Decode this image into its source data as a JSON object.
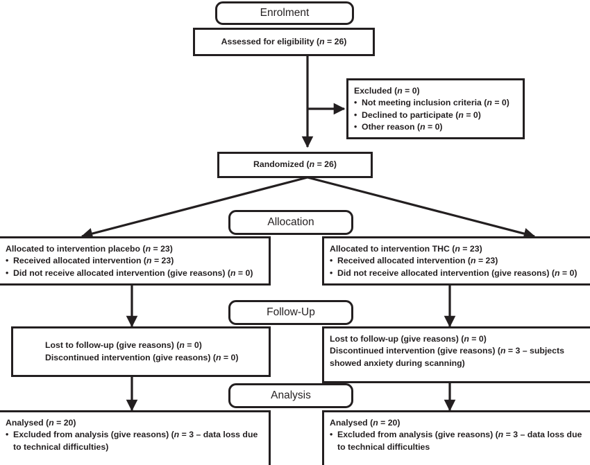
{
  "diagram": {
    "type": "consort-flow-diagram",
    "colors": {
      "stroke": "#231f20",
      "background": "#ffffff",
      "text": "#231f20"
    },
    "stages": [
      {
        "id": "enrolment",
        "label": "Enrolment"
      },
      {
        "id": "allocation",
        "label": "Allocation"
      },
      {
        "id": "follow-up",
        "label": "Follow-Up"
      },
      {
        "id": "analysis",
        "label": "Analysis"
      }
    ],
    "nodes": {
      "assessed": {
        "title_pre": "Assessed for eligibility (",
        "n_symbol": "n",
        "title_post": " = 26)",
        "value": 26
      },
      "excluded": {
        "heading_pre": "Excluded (",
        "n_symbol": "n",
        "heading_post": " = 0)",
        "value": 0,
        "items": [
          {
            "pre": "Not meeting inclusion criteria (",
            "n_symbol": "n",
            "post": " = 0)",
            "value": 0
          },
          {
            "pre": "Declined to participate (",
            "n_symbol": "n",
            "post": " = 0)",
            "value": 0
          },
          {
            "pre": "Other reason (",
            "n_symbol": "n",
            "post": " = 0)",
            "value": 0
          }
        ]
      },
      "randomized": {
        "title_pre": "Randomized (",
        "n_symbol": "n",
        "title_post": " = 26)",
        "value": 26
      },
      "allocated_placebo": {
        "heading_pre": "Allocated to intervention placebo (",
        "n_symbol": "n",
        "heading_post": " = 23)",
        "value": 23,
        "items": [
          {
            "pre": "Received allocated intervention (",
            "n_symbol": "n",
            "post": " = 23)",
            "value": 23
          },
          {
            "pre": "Did not receive allocated intervention (give reasons) (",
            "n_symbol": "n",
            "post": " = 0)",
            "value": 0
          }
        ]
      },
      "allocated_thc": {
        "heading_pre": "Allocated to intervention THC (",
        "n_symbol": "n",
        "heading_post": " = 23)",
        "value": 23,
        "items": [
          {
            "pre": "Received allocated intervention (",
            "n_symbol": "n",
            "post": " = 23)",
            "value": 23
          },
          {
            "pre": "Did not receive allocated intervention (give reasons) (",
            "n_symbol": "n",
            "post": " = 0)",
            "value": 0
          }
        ]
      },
      "followup_placebo": {
        "lines": [
          {
            "pre": "Lost to follow-up (give reasons) (",
            "n_symbol": "n",
            "post": " = 0)",
            "value": 0
          },
          {
            "pre": "Discontinued intervention (give reasons) (",
            "n_symbol": "n",
            "post": " = 0)",
            "value": 0
          }
        ]
      },
      "followup_thc": {
        "lines": [
          {
            "pre": "Lost to follow-up (give reasons) (",
            "n_symbol": "n",
            "post": " = 0)",
            "value": 0
          },
          {
            "pre": "Discontinued intervention (give reasons) (",
            "n_symbol": "n",
            "post": " = 3 – subjects showed anxiety during scanning)",
            "value": 3
          }
        ]
      },
      "analysed_placebo": {
        "heading_pre": "Analysed (",
        "n_symbol": "n",
        "heading_post": " = 20)",
        "value": 20,
        "items": [
          {
            "pre": "Excluded from analysis (give reasons) (",
            "n_symbol": "n",
            "post": " = 3 – data loss due to technical difficulties)",
            "value": 3
          }
        ]
      },
      "analysed_thc": {
        "heading_pre": "Analysed (",
        "n_symbol": "n",
        "heading_post": " = 20)",
        "value": 20,
        "items": [
          {
            "pre": "Excluded from analysis (give reasons) (",
            "n_symbol": "n",
            "post": " = 3 – data loss due to technical difficulties",
            "value": 3
          }
        ]
      }
    }
  }
}
